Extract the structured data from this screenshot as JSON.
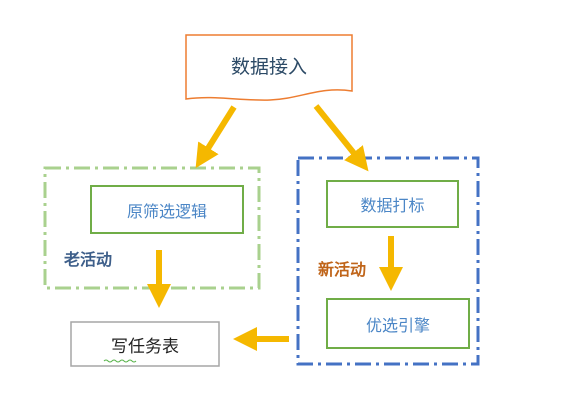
{
  "diagram": {
    "nodes": {
      "source": {
        "label": "数据接入"
      },
      "filter_logic": {
        "label": "原筛选逻辑"
      },
      "data_tagging": {
        "label": "数据打标"
      },
      "ranking_engine": {
        "label": "优选引擎"
      },
      "write_table": {
        "label": "写任务表"
      }
    },
    "groups": {
      "old_activity": {
        "label": "老活动"
      },
      "new_activity": {
        "label": "新活动"
      }
    },
    "colors": {
      "arrow": "#f5b800",
      "source_border": "#ed7d31",
      "old_group_border": "#a9d18e",
      "new_group_border": "#4472c4",
      "node_border_green": "#70ad47",
      "output_border": "#a6a6a6"
    }
  }
}
